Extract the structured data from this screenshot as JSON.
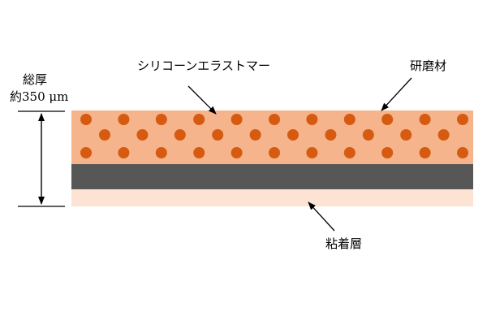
{
  "labels": {
    "total_thickness_title": "総厚",
    "total_thickness_value": "約350 μm",
    "elastomer": "シリコーンエラストマー",
    "abrasive": "研磨材",
    "adhesive": "粘着層"
  },
  "colors": {
    "elastomer_fill": "#f5b48c",
    "abrasive_particle": "#d65b10",
    "substrate": "#575757",
    "adhesive_fill": "#fde3d3",
    "line": "#000000"
  }
}
